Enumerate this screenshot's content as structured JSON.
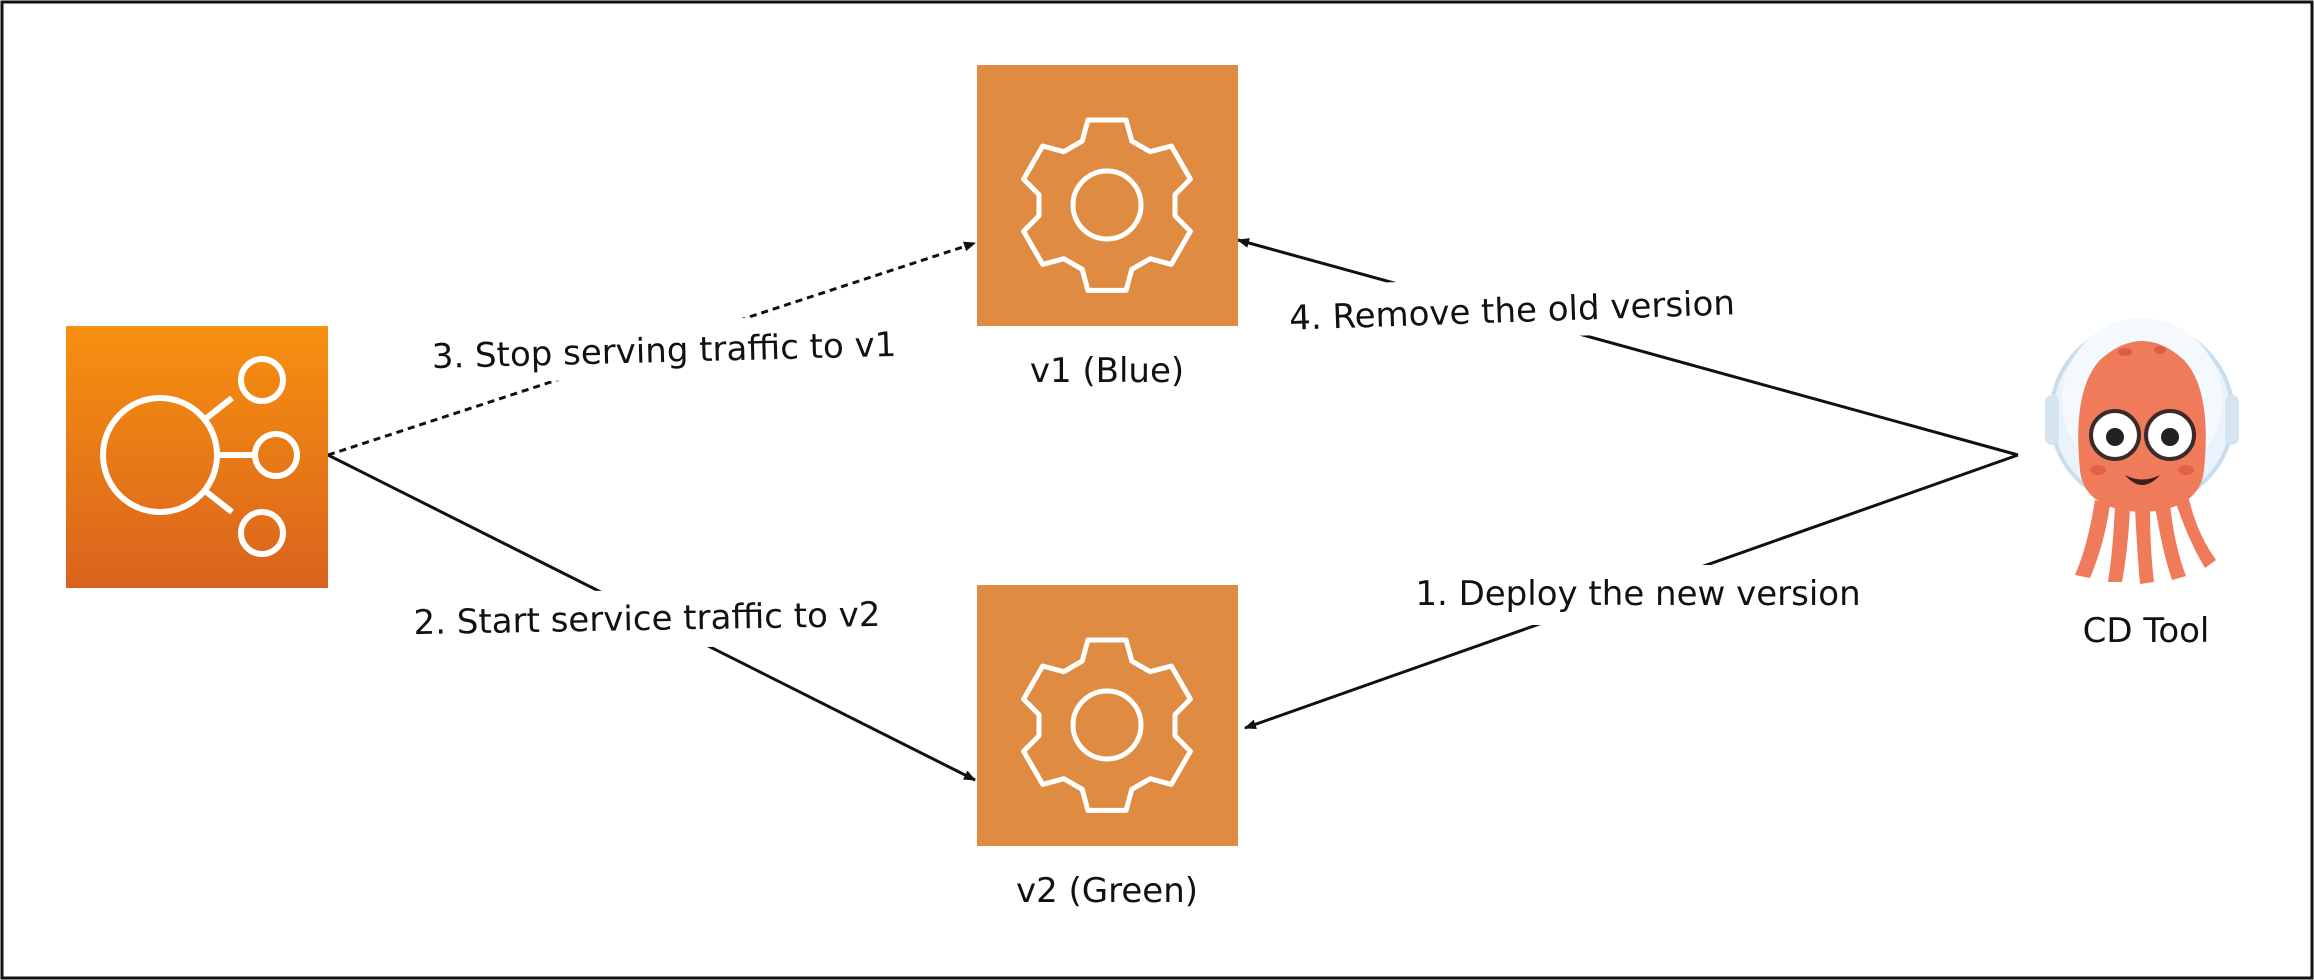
{
  "nodes": {
    "load_balancer": {
      "icon": "load-balancer-icon",
      "gradient_top": "#f7900f",
      "gradient_bottom": "#d9631e"
    },
    "v1": {
      "label": "v1 (Blue)",
      "icon": "gear-icon",
      "color": "#e08b42"
    },
    "v2": {
      "label": "v2 (Green)",
      "icon": "gear-icon",
      "color": "#e08b42"
    },
    "cd_tool": {
      "label": "CD Tool",
      "icon": "octopus-mascot-icon",
      "color": "#ef7b5a"
    }
  },
  "steps": [
    {
      "text": "1. Deploy the new version",
      "style": "solid"
    },
    {
      "text": "2. Start service traffic to v2",
      "style": "solid"
    },
    {
      "text": "3. Stop serving traffic to v1",
      "style": "dashed"
    },
    {
      "text": "4. Remove the old version",
      "style": "solid"
    }
  ]
}
